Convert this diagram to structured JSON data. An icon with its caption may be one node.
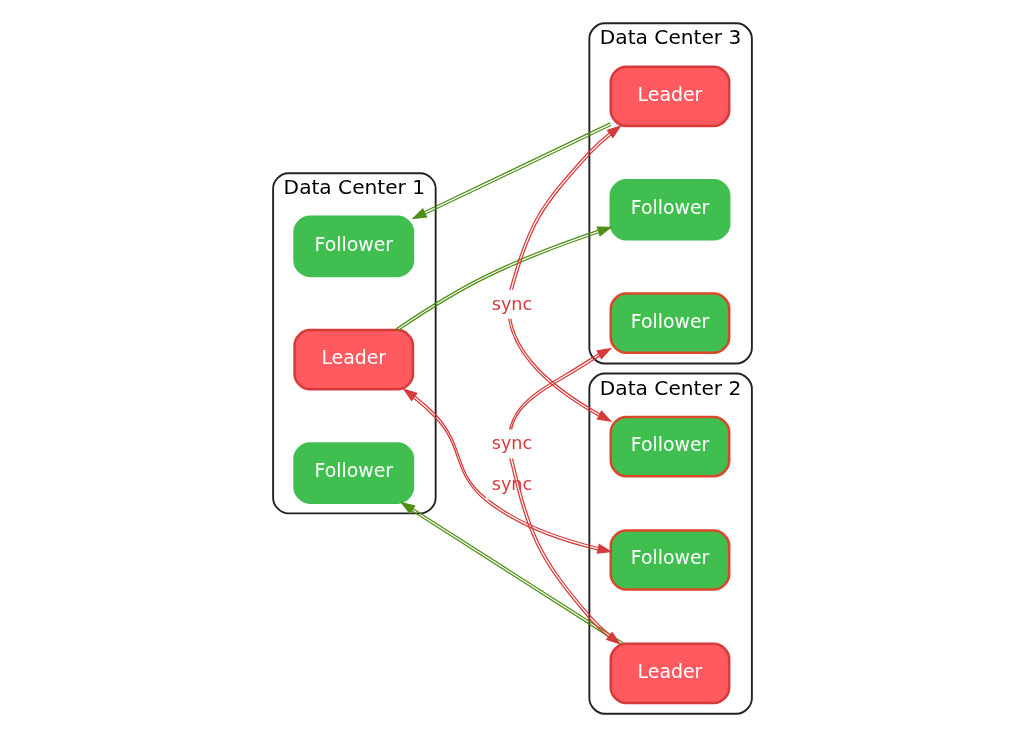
{
  "diagram": {
    "nodes": [
      {
        "text": [
          "Data Center 1"
        ]
      },
      {
        "text": [
          "Leader"
        ],
        "in": 0
      },
      {
        "text": [
          "Follower"
        ],
        "in": 0
      },
      {
        "text": [
          "Follower"
        ],
        "in": 0
      },
      {
        "text": [
          "Data Center 3"
        ]
      },
      {
        "text": [
          "Follower"
        ],
        "in": 4
      },
      {
        "text": [
          "Leader"
        ],
        "in": 4
      },
      {
        "text": [
          "Follower"
        ],
        "in": 4
      },
      {
        "text": [
          "Data Center 2"
        ]
      },
      {
        "text": [
          "Follower"
        ],
        "in": 8
      },
      {
        "text": [
          "Follower"
        ],
        "in": 8
      },
      {
        "text": [
          "Leader"
        ],
        "in": 8
      }
    ],
    "edges": [
      {
        "from": 1,
        "to": 5,
        "arrow": "to"
      },
      {
        "from": 6,
        "to": 2,
        "arrow": "to"
      },
      {
        "from": 1,
        "to": 9,
        "arrow": "both",
        "label": "sync",
        "color": "#d63a3a"
      },
      {
        "from": 6,
        "to": 10,
        "arrow": "both",
        "label": "sync",
        "color": "#d63a3a"
      },
      {
        "from": 11,
        "to": 7,
        "arrow": "both",
        "label": "sync",
        "color": "#d63a3a"
      },
      {
        "from": 11,
        "to": 3,
        "arrow": "to"
      }
    ]
  }
}
